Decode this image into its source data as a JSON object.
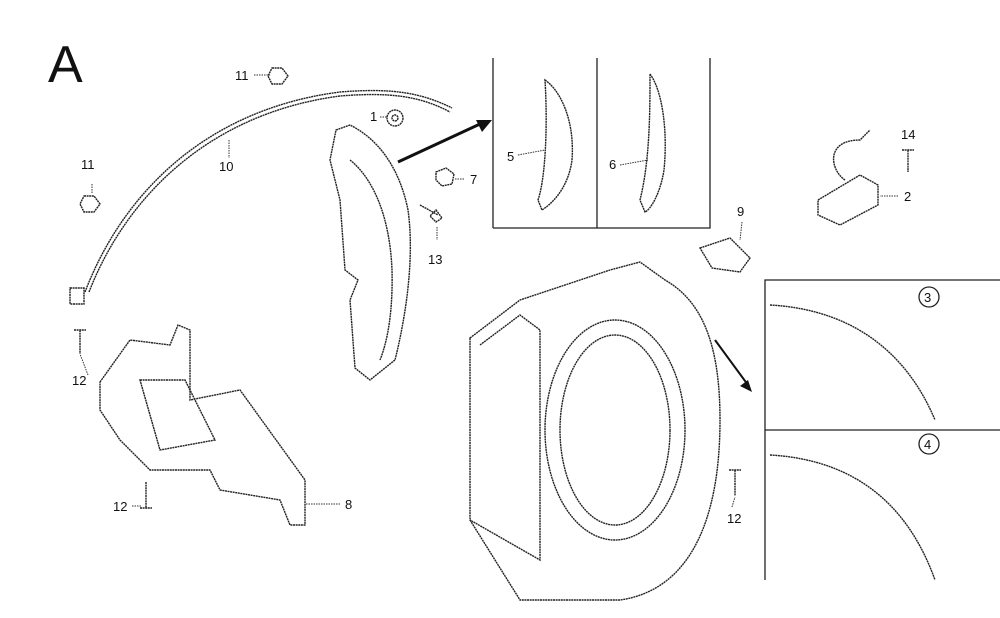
{
  "section_letter": "A",
  "callouts": {
    "p1": "1",
    "p2": "2",
    "p3": "3",
    "p4": "4",
    "p5": "5",
    "p6": "6",
    "p7": "7",
    "p8": "8",
    "p9": "9",
    "p10": "10",
    "p11a": "11",
    "p11b": "11",
    "p12a": "12",
    "p12b": "12",
    "p12c": "12",
    "p13": "13",
    "p14": "14"
  }
}
